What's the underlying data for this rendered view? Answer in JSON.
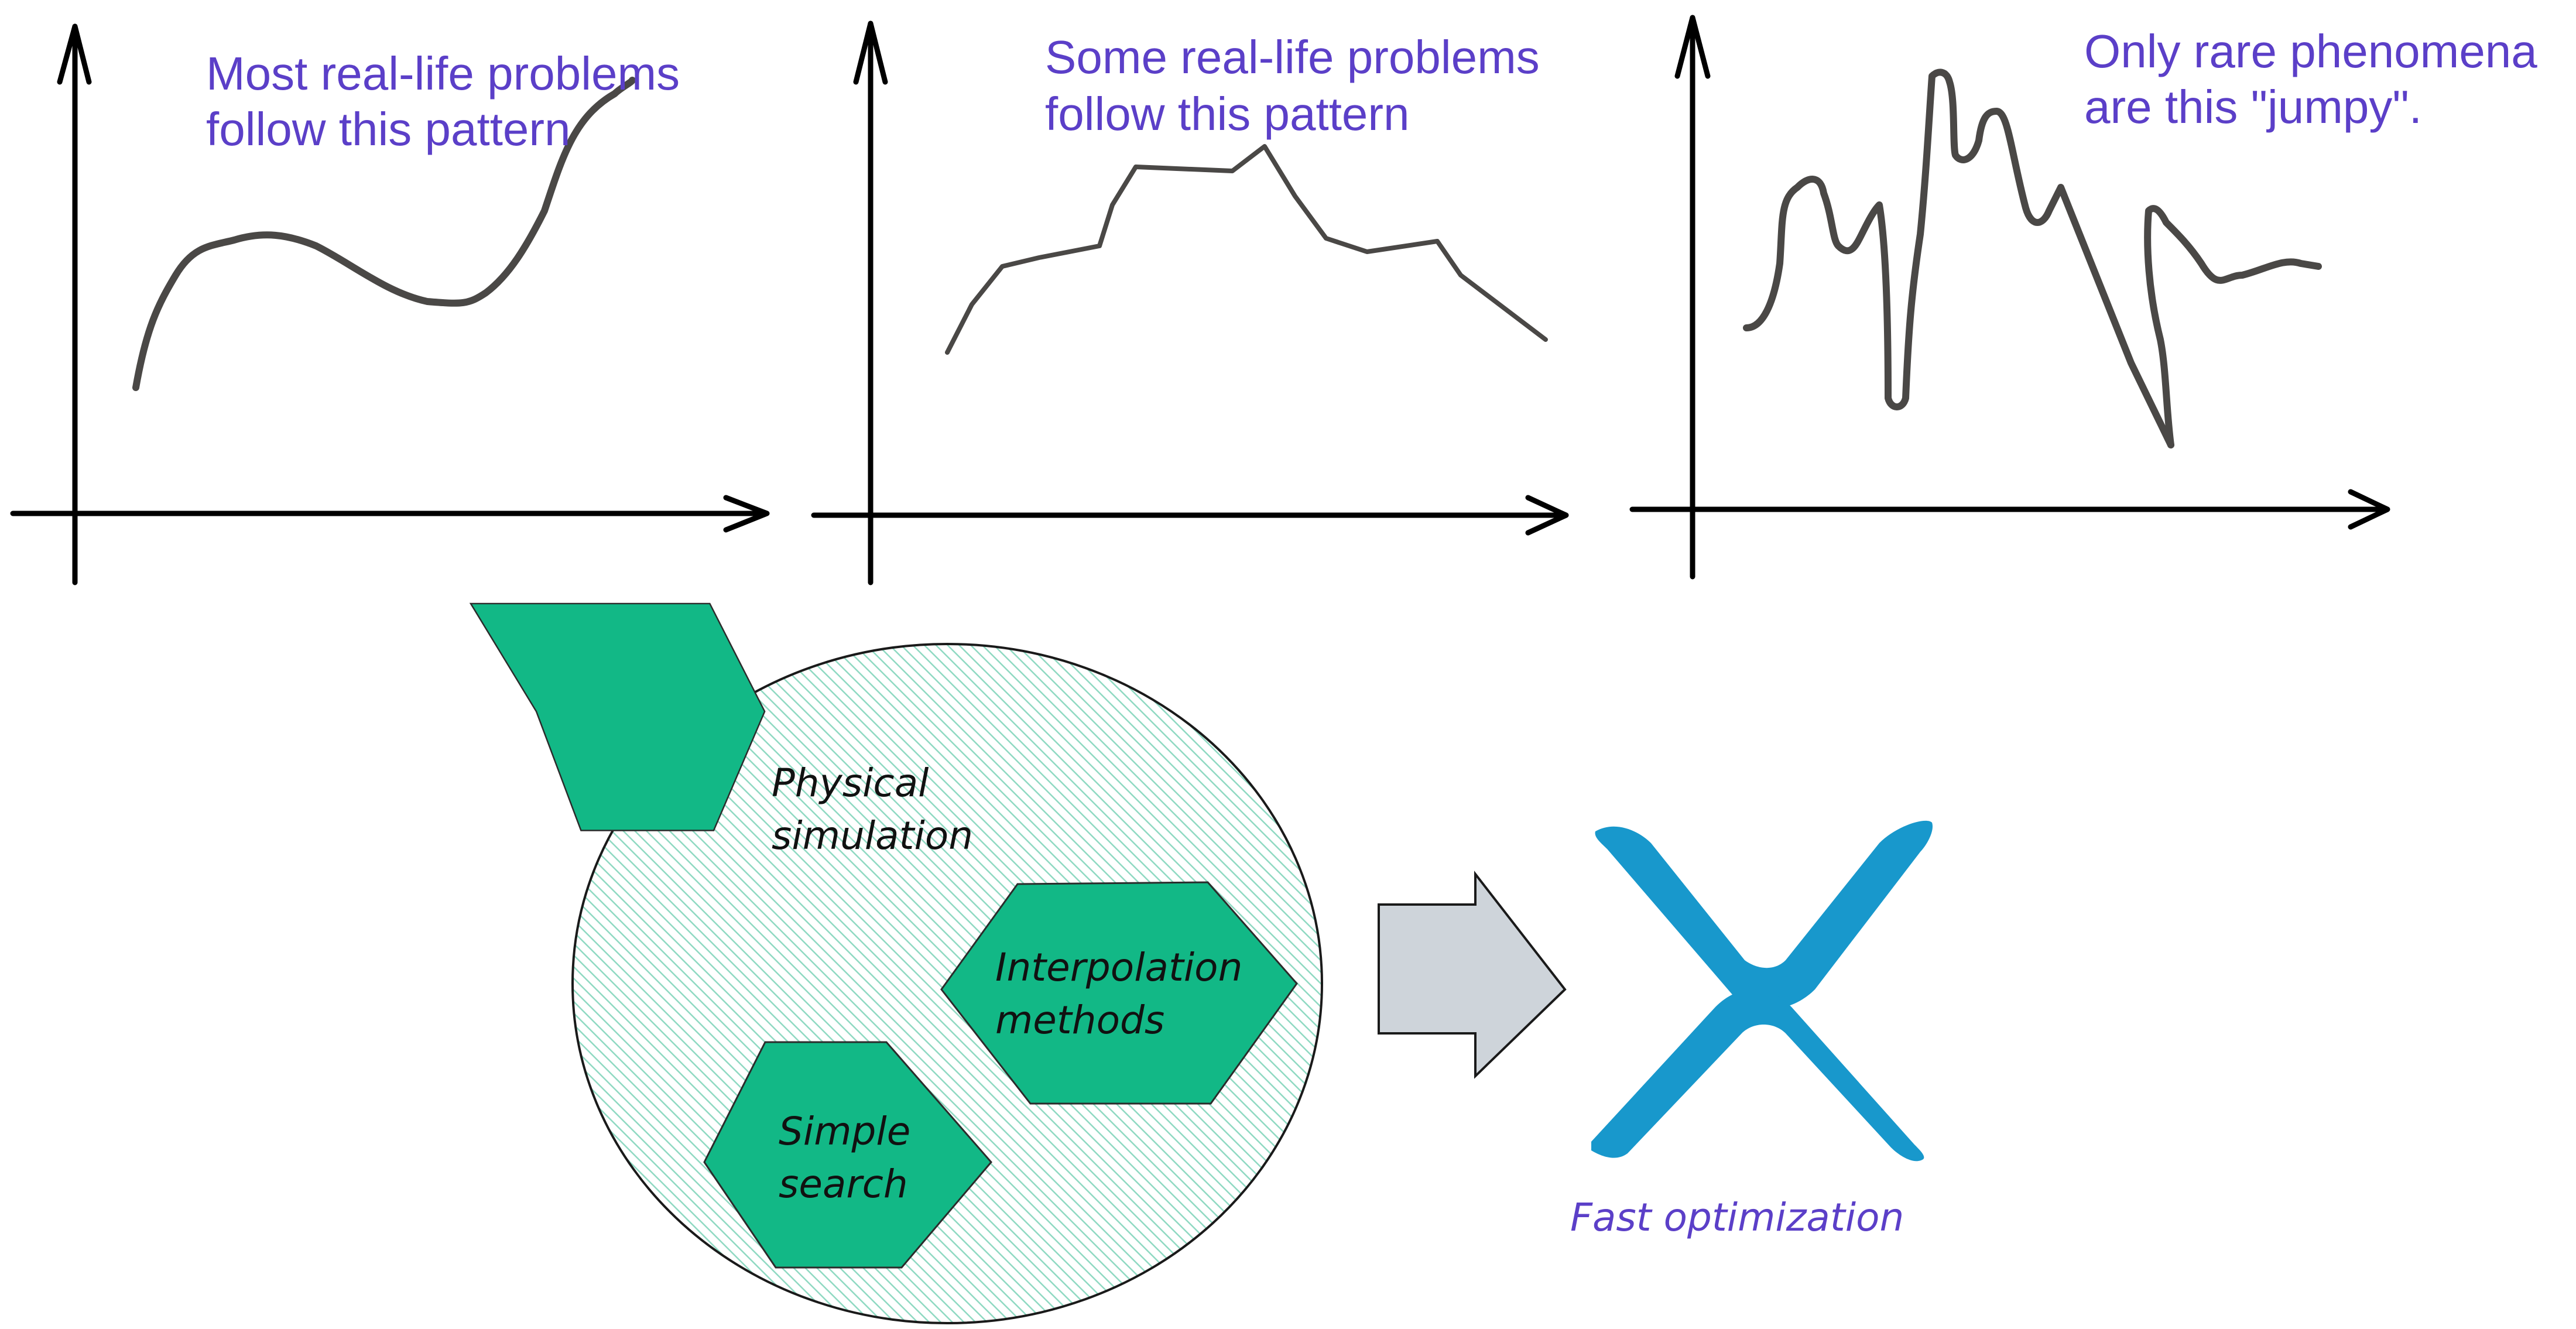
{
  "panels": [
    {
      "caption_lines": [
        "Most real-life problems",
        "follow this pattern"
      ],
      "curve_style": "smooth"
    },
    {
      "caption_lines": [
        "Some real-life problems",
        "follow this pattern"
      ],
      "curve_style": "piecewise"
    },
    {
      "caption_lines": [
        "Only rare phenomena",
        "are this \"jumpy\"."
      ],
      "curve_style": "jumpy"
    }
  ],
  "methods_group": {
    "fill_color": "#12b886",
    "hatch_color": "#8fd9c2",
    "hexagons": [
      {
        "lines": [
          "Physical",
          "simulation"
        ]
      },
      {
        "lines": [
          "Interpolation",
          "methods"
        ]
      },
      {
        "lines": [
          "Simple",
          "search"
        ]
      }
    ]
  },
  "arrow": {
    "fill_color": "#ced4da"
  },
  "result": {
    "label": "Fast optimization",
    "icon": "fast-optimization-x-icon",
    "color": "#1898cc"
  },
  "colors": {
    "caption": "#5b3fc8",
    "curve": "#4a4846",
    "axis": "#000000"
  }
}
